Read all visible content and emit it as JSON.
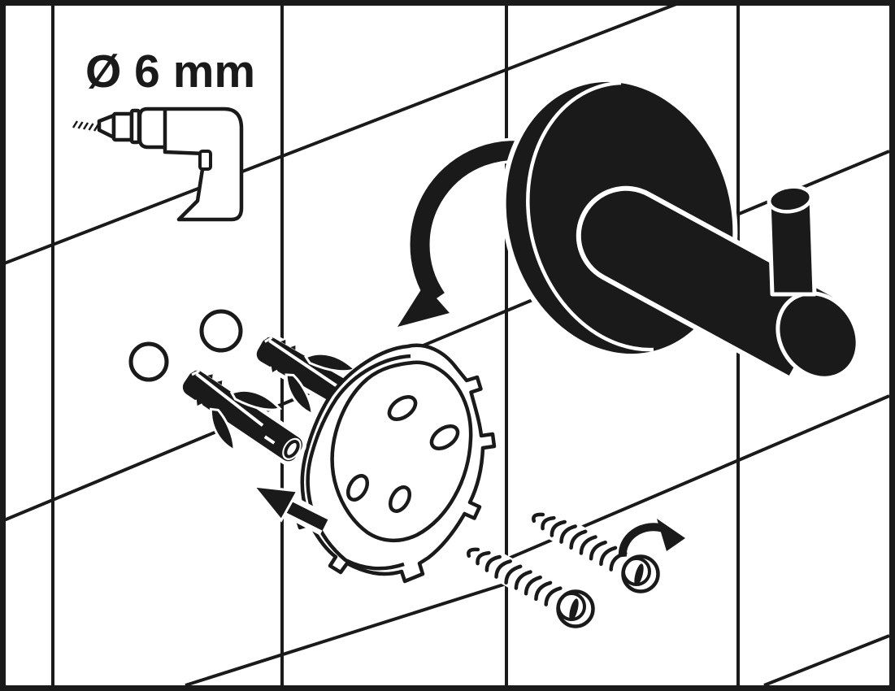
{
  "illustration": {
    "type": "installation-instruction",
    "annotation": "Ø 6 mm",
    "colors": {
      "ink": "#1a1a1a",
      "background": "#ffffff"
    },
    "elements": [
      "tile-wall",
      "drill",
      "drilled-holes",
      "wall-plugs",
      "mounting-plate",
      "wall-hook",
      "screws",
      "arrows"
    ]
  }
}
